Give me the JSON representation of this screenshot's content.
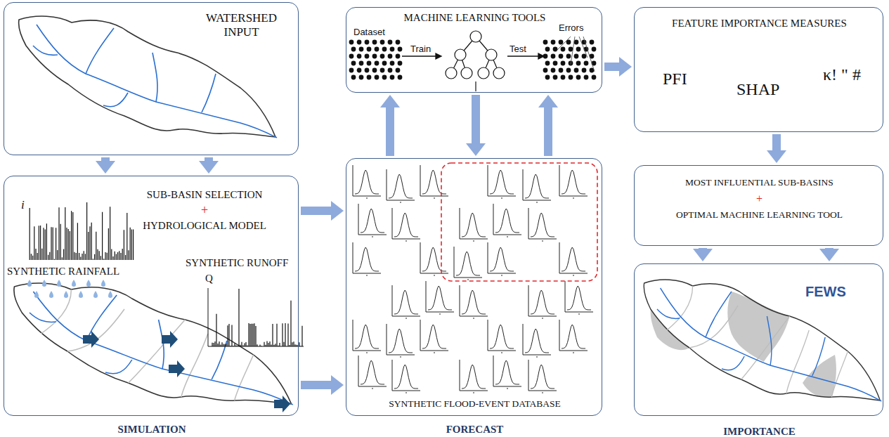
{
  "diagram": {
    "nodes": [
      {
        "text": [
          "WATERSHED INPUT"
        ]
      },
      {
        "text": [
          "SUB-BASIN SELECTION",
          "+",
          "HYDROLOGICAL MODEL",
          "SYNTHETIC RAINFALL",
          "SYNTHETIC RUNOFF",
          "SIMULATION"
        ]
      },
      {
        "text": [
          "MACHINE LEARNING TOOLS",
          "Dataset",
          "Train",
          "Test",
          "Errors"
        ]
      },
      {
        "text": [
          "SYNTHETIC FLOOD-EVENT DATABASE",
          "FORECAST"
        ]
      },
      {
        "text": [
          "FEATURE IMPORTANCE MEASURES",
          "PFI",
          "SHAP",
          "κ! \" #"
        ]
      },
      {
        "text": [
          "MOST INFLUENTIAL SUB-BASINS",
          "+",
          "OPTIMAL MACHINE LEARNING TOOL"
        ]
      },
      {
        "text": [
          "FEWS",
          "IMPORTANCE"
        ]
      }
    ],
    "edges": [
      {
        "from": 0,
        "to": 1,
        "arrow": "to"
      },
      {
        "from": 0,
        "to": 1,
        "arrow": "to"
      },
      {
        "from": 1,
        "to": 3,
        "arrow": "to"
      },
      {
        "from": 1,
        "to": 3,
        "arrow": "to"
      },
      {
        "from": 3,
        "to": 2,
        "arrow": "to"
      },
      {
        "from": 2,
        "to": 3,
        "arrow": "to"
      },
      {
        "from": 3,
        "to": 2,
        "arrow": "to"
      },
      {
        "from": 2,
        "to": 4,
        "arrow": "to"
      },
      {
        "from": 4,
        "to": 5,
        "arrow": "to"
      },
      {
        "from": 5,
        "to": 6,
        "arrow": "to"
      },
      {
        "from": 5,
        "to": 6,
        "arrow": "to"
      }
    ],
    "labels": [
      "i",
      "Q"
    ]
  }
}
